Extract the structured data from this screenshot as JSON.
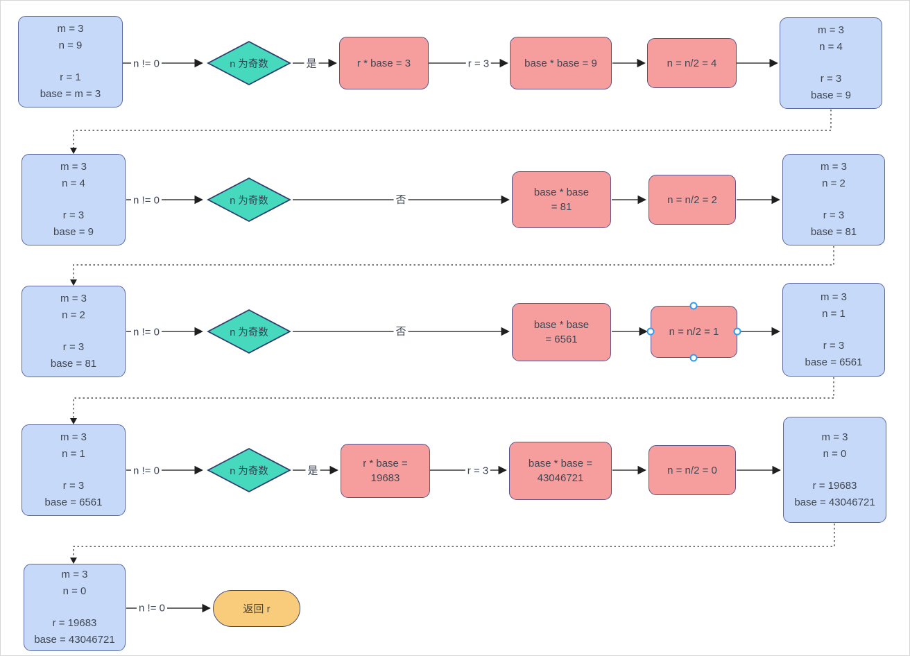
{
  "colors": {
    "state_fill": "#c6d9f8",
    "state_border": "#5a68a0",
    "op_fill": "#f69e9e",
    "op_border": "#5a5287",
    "decision_fill": "#47d9be",
    "decision_border": "#2e3e6d",
    "return_fill": "#f9cc7c",
    "return_border": "#454f6b",
    "handle_color": "#2e9cf0"
  },
  "rows": [
    {
      "state_start": {
        "line1": "m = 3",
        "line2": "n = 9",
        "line3": "r = 1",
        "line4": "base = m = 3"
      },
      "edge_condition": "n != 0",
      "decision": "n 为奇数",
      "branch": "是",
      "op_odd": {
        "line1": "r * base = 3"
      },
      "edge_r": "r = 3",
      "op_square": {
        "line1": "base * base = 9"
      },
      "op_half": {
        "line1": "n = n/2 = 4"
      },
      "state_end": {
        "line1": "m = 3",
        "line2": "n = 4",
        "line3": "r = 3",
        "line4": "base = 9"
      }
    },
    {
      "state_start": {
        "line1": "m = 3",
        "line2": "n = 4",
        "line3": "r = 3",
        "line4": "base = 9"
      },
      "edge_condition": "n != 0",
      "decision": "n 为奇数",
      "branch": "否",
      "op_square": {
        "line1": "base * base",
        "line2": "= 81"
      },
      "op_half": {
        "line1": "n = n/2 = 2"
      },
      "state_end": {
        "line1": "m = 3",
        "line2": "n = 2",
        "line3": "r = 3",
        "line4": "base = 81"
      }
    },
    {
      "state_start": {
        "line1": "m = 3",
        "line2": "n = 2",
        "line3": "r = 3",
        "line4": "base = 81"
      },
      "edge_condition": "n != 0",
      "decision": "n 为奇数",
      "branch": "否",
      "op_square": {
        "line1": "base * base",
        "line2": "= 6561"
      },
      "op_half": {
        "line1": "n = n/2 = 1"
      },
      "state_end": {
        "line1": "m = 3",
        "line2": "n = 1",
        "line3": "r = 3",
        "line4": "base = 6561"
      }
    },
    {
      "state_start": {
        "line1": "m = 3",
        "line2": "n = 1",
        "line3": "r = 3",
        "line4": "base = 6561"
      },
      "edge_condition": "n != 0",
      "decision": "n 为奇数",
      "branch": "是",
      "op_odd": {
        "line1": "r * base =",
        "line2": "19683"
      },
      "edge_r": "r = 3",
      "op_square": {
        "line1": "base * base =",
        "line2": "43046721"
      },
      "op_half": {
        "line1": "n = n/2 = 0"
      },
      "state_end": {
        "line1": "m = 3",
        "line2": "n = 0",
        "line3": "r = 19683",
        "line4": "base = 43046721"
      }
    },
    {
      "state_start": {
        "line1": "m = 3",
        "line2": "n = 0",
        "line3": "r = 19683",
        "line4": "base = 43046721"
      },
      "edge_condition": "n != 0",
      "return_label": "返回 r"
    }
  ]
}
